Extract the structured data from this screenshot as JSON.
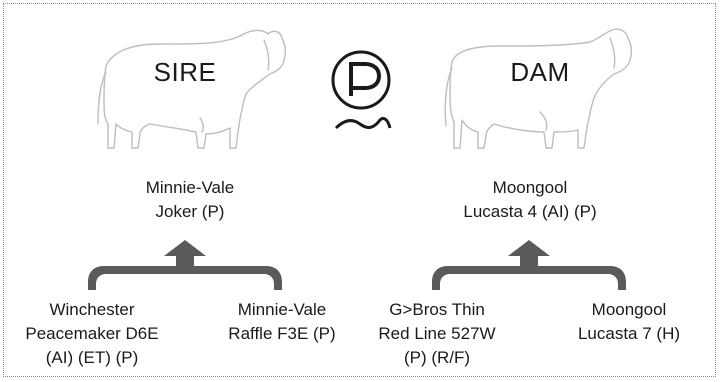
{
  "sire": {
    "tag": "SIRE",
    "name_line1": "Minnie-Vale",
    "name_line2": "Joker (P)",
    "sire_parent": {
      "line1": "Winchester",
      "line2": "Peacemaker D6E",
      "line3": "(AI) (ET) (P)"
    },
    "dam_parent": {
      "line1": "Minnie-Vale",
      "line2": "Raffle F3E (P)"
    }
  },
  "dam": {
    "tag": "DAM",
    "name_line1": "Moongool",
    "name_line2": "Lucasta 4 (AI) (P)",
    "sire_parent": {
      "line1": "G>Bros Thin",
      "line2": "Red Line 527W",
      "line3": "(P) (R/F)"
    },
    "dam_parent": {
      "line1": "Moongool",
      "line2": "Lucasta 7 (H)"
    }
  },
  "logo": {
    "icon": "polled-p-icon",
    "letter": "P"
  },
  "colors": {
    "bracket": "#5a5a5a",
    "outline": "#bdbdbd",
    "text": "#1a1a1a",
    "border": "#8a8a8a"
  }
}
